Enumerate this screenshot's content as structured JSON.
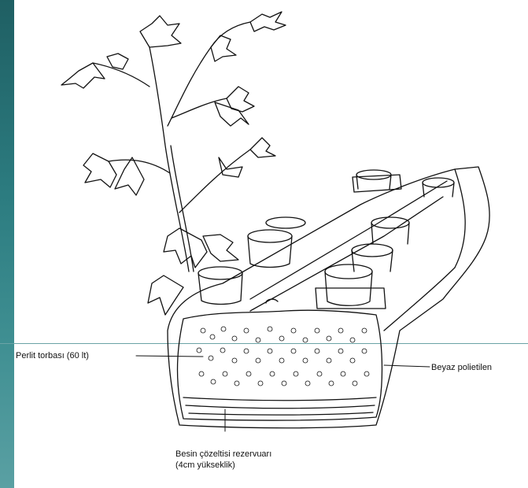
{
  "labels": {
    "perlit_bag": "Perlit torbası (60 lt)",
    "polyethylene": "Beyaz polietilen",
    "reservoir_line1": "Besin çözeltisi rezervuarı",
    "reservoir_line2": "(4cm yükseklik)"
  },
  "colors": {
    "sidebar": "#2c7c80",
    "ink": "#111111",
    "rule": "#6aa3a6"
  }
}
